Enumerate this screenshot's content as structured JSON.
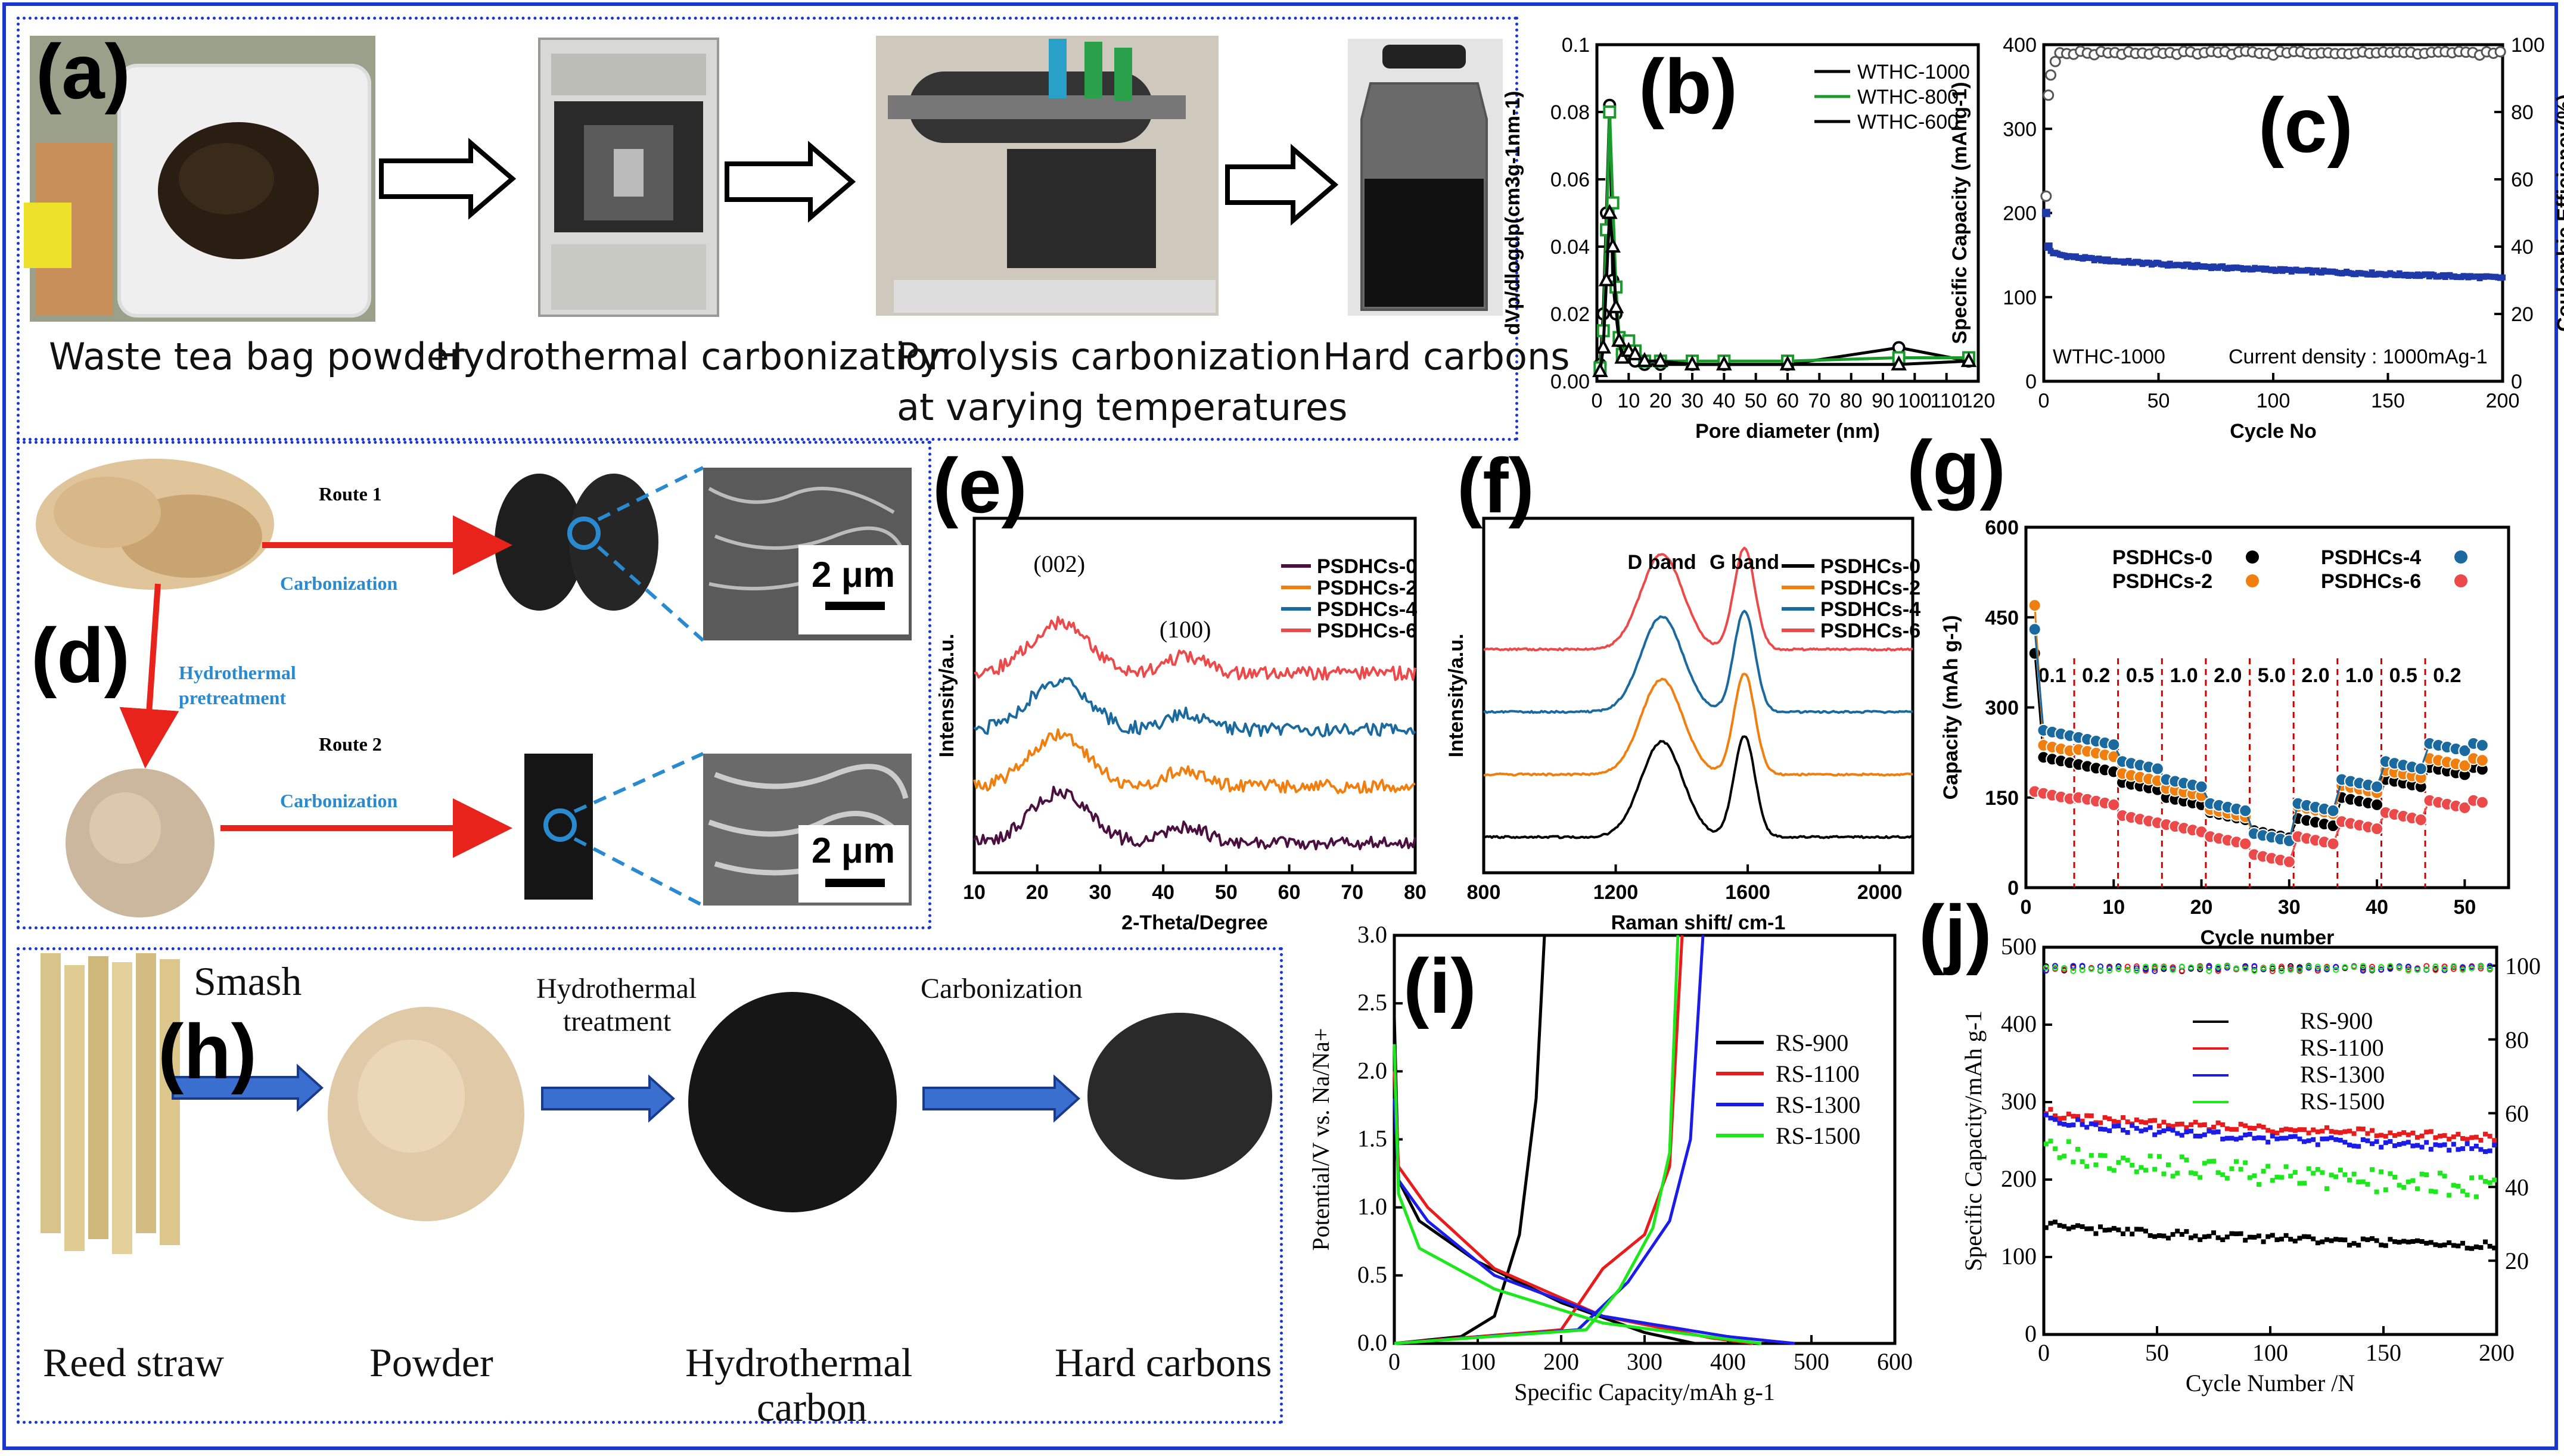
{
  "panels": {
    "a": {
      "label": "(a)",
      "steps": [
        "Waste tea bag powder",
        "Hydrothermal carbonization",
        "Pyrolysis carbonization",
        "at varying temperatures",
        "Hard carbons"
      ]
    },
    "d": {
      "label": "(d)",
      "route1": "Route 1",
      "route2": "Route 2",
      "carbonization": "Carbonization",
      "hydro1": "Hydrothermal",
      "hydro2": "pretreatment",
      "scale": "2 μm"
    },
    "h": {
      "label": "(h)",
      "smash": "Smash",
      "hydro_treat_1": "Hydrothermal",
      "hydro_treat_2": "treatment",
      "carbonization": "Carbonization",
      "captions": [
        "Reed straw",
        "Powder",
        "Hydrothermal",
        "carbon",
        "Hard carbons"
      ]
    }
  },
  "colors": {
    "frame": "#1a36d0",
    "arrow_red": "#e8231c",
    "arrow_blue": "#3a6fcf",
    "dashed_cyan": "#2a8ad0"
  },
  "chart_data": [
    {
      "id": "b",
      "label": "(b)",
      "type": "line",
      "xlabel": "Pore diameter (nm)",
      "ylabel": "dVp/dlogdp(cm3g-1nm-1)",
      "xlim": [
        0,
        120
      ],
      "ylim": [
        0,
        0.1
      ],
      "xticks": [
        0,
        10,
        20,
        30,
        40,
        50,
        60,
        70,
        80,
        90,
        100,
        110,
        120
      ],
      "yticks": [
        0.0,
        0.02,
        0.04,
        0.06,
        0.08,
        0.1
      ],
      "ytick_labels": [
        "0.00",
        "0.02",
        "0.04",
        "0.06",
        "0.08",
        "0.1"
      ],
      "legend": "top-right",
      "series": [
        {
          "name": "WTHC-1000",
          "color": "#000000",
          "marker": "o",
          "x": [
            1,
            2,
            3,
            4,
            5,
            6,
            7,
            8,
            10,
            12,
            15,
            20,
            30,
            40,
            60,
            95,
            117
          ],
          "y": [
            0.005,
            0.02,
            0.05,
            0.082,
            0.03,
            0.02,
            0.012,
            0.008,
            0.01,
            0.006,
            0.005,
            0.005,
            0.005,
            0.005,
            0.005,
            0.01,
            0.006
          ]
        },
        {
          "name": "WTHC-800",
          "color": "#1a9a2a",
          "marker": "s",
          "x": [
            1,
            2,
            3,
            4,
            5,
            6,
            7,
            8,
            10,
            12,
            15,
            20,
            30,
            40,
            60,
            95,
            117
          ],
          "y": [
            0.004,
            0.015,
            0.045,
            0.08,
            0.053,
            0.028,
            0.013,
            0.008,
            0.012,
            0.009,
            0.006,
            0.006,
            0.006,
            0.006,
            0.006,
            0.007,
            0.007
          ]
        },
        {
          "name": "WTHC-600",
          "color": "#000000",
          "marker": "^",
          "x": [
            1,
            2,
            3,
            4,
            5,
            6,
            7,
            8,
            10,
            12,
            15,
            20,
            30,
            40,
            60,
            95,
            117
          ],
          "y": [
            0.003,
            0.01,
            0.03,
            0.05,
            0.04,
            0.022,
            0.012,
            0.007,
            0.009,
            0.008,
            0.006,
            0.006,
            0.005,
            0.005,
            0.005,
            0.005,
            0.006
          ]
        }
      ]
    },
    {
      "id": "c",
      "label": "(c)",
      "type": "scatter",
      "xlabel": "Cycle No",
      "ylabel": "Specific Capacity (mAhg-1)",
      "ylabel_right": "Coulombic Efficiency(%)",
      "xlim": [
        0,
        200
      ],
      "ylim": [
        0,
        400
      ],
      "ylim_right": [
        0,
        100
      ],
      "xticks": [
        0,
        50,
        100,
        150,
        200
      ],
      "yticks": [
        0,
        100,
        200,
        300,
        400
      ],
      "yticks_right": [
        0,
        20,
        40,
        60,
        80,
        100
      ],
      "annotation_left": "WTHC-1000",
      "annotation_right": "Current density : 1000mAg-1",
      "series": [
        {
          "name": "Specific capacity",
          "axis": "left",
          "color": "#1f3aa8",
          "start_points": [
            [
              1,
              200
            ],
            [
              2,
              160
            ]
          ],
          "start": 155,
          "end": 123
        },
        {
          "name": "Coulombic efficiency",
          "axis": "right",
          "color": "#555555",
          "start_points": [
            [
              1,
              55
            ],
            [
              2,
              85
            ],
            [
              3,
              91
            ],
            [
              5,
              95
            ]
          ],
          "plateau": 97.5
        }
      ]
    },
    {
      "id": "e",
      "label": "(e)",
      "type": "line",
      "xlabel": "2-Theta/Degree",
      "ylabel": "Intensity/a.u.",
      "xlim": [
        10,
        80
      ],
      "xticks": [
        10,
        20,
        30,
        40,
        50,
        60,
        70,
        80
      ],
      "peak_labels": [
        "(002)",
        "(100)"
      ],
      "series": [
        {
          "name": "PSDHCs-0",
          "color": "#4a1040",
          "offset": 0
        },
        {
          "name": "PSDHCs-2",
          "color": "#f07f10",
          "offset": 1
        },
        {
          "name": "PSDHCs-4",
          "color": "#1a6aa0",
          "offset": 2
        },
        {
          "name": "PSDHCs-6",
          "color": "#ec4a4a",
          "offset": 3
        }
      ]
    },
    {
      "id": "f",
      "label": "(f)",
      "type": "line",
      "xlabel": "Raman shift/ cm-1",
      "ylabel": "Intensity/a.u.",
      "xlim": [
        800,
        2100
      ],
      "xticks": [
        800,
        1200,
        1600,
        2000
      ],
      "band_labels": [
        "D band",
        "G band"
      ],
      "series": [
        {
          "name": "PSDHCs-0",
          "color": "#000000",
          "offset": 0
        },
        {
          "name": "PSDHCs-2",
          "color": "#f07f10",
          "offset": 1
        },
        {
          "name": "PSDHCs-4",
          "color": "#1a6aa0",
          "offset": 2
        },
        {
          "name": "PSDHCs-6",
          "color": "#ec4a4a",
          "offset": 3
        }
      ]
    },
    {
      "id": "g",
      "label": "(g)",
      "type": "line",
      "xlabel": "Cycle number",
      "ylabel": "Capacity (mAh g-1)",
      "xlim": [
        0,
        55
      ],
      "ylim": [
        0,
        600
      ],
      "xticks": [
        0,
        10,
        20,
        30,
        40,
        50
      ],
      "yticks": [
        0,
        150,
        300,
        450,
        600
      ],
      "rate_labels": [
        "0.1",
        "0.2",
        "0.5",
        "1.0",
        "2.0",
        "5.0",
        "2.0",
        "1.0",
        "0.5",
        "0.2"
      ],
      "series": [
        {
          "name": "PSDHCs-0",
          "color": "#000000",
          "levels": [
            220,
            205,
            175,
            150,
            125,
            95,
            115,
            150,
            180,
            200
          ]
        },
        {
          "name": "PSDHCs-2",
          "color": "#f07f10",
          "levels": [
            240,
            230,
            190,
            165,
            130,
            90,
            135,
            170,
            195,
            215
          ]
        },
        {
          "name": "PSDHCs-4",
          "color": "#1a6aa0",
          "levels": [
            265,
            250,
            210,
            180,
            140,
            90,
            140,
            180,
            210,
            240
          ]
        },
        {
          "name": "PSDHCs-6",
          "color": "#ec4a4a",
          "levels": [
            160,
            150,
            120,
            105,
            85,
            55,
            85,
            110,
            125,
            145
          ]
        }
      ]
    },
    {
      "id": "i",
      "label": "(i)",
      "type": "line",
      "xlabel": "Specific Capacity/mAh g-1",
      "ylabel": "Potential/V vs. Na/Na+",
      "xlim": [
        0,
        600
      ],
      "ylim": [
        0,
        3.0
      ],
      "xticks": [
        0,
        100,
        200,
        300,
        400,
        500,
        600
      ],
      "yticks": [
        0.0,
        0.5,
        1.0,
        1.5,
        2.0,
        2.5,
        3.0
      ],
      "ytick_labels": [
        "0.0",
        "0.5",
        "1.0",
        "1.5",
        "2.0",
        "2.5",
        "3.0"
      ],
      "series": [
        {
          "name": "RS-900",
          "color": "#000000",
          "discharge": [
            [
              0,
              2.4
            ],
            [
              5,
              1.2
            ],
            [
              30,
              0.9
            ],
            [
              100,
              0.6
            ],
            [
              200,
              0.3
            ],
            [
              300,
              0.08
            ],
            [
              360,
              0.0
            ]
          ],
          "charge": [
            [
              0,
              0.0
            ],
            [
              80,
              0.05
            ],
            [
              120,
              0.2
            ],
            [
              150,
              0.8
            ],
            [
              170,
              1.8
            ],
            [
              180,
              3.0
            ]
          ]
        },
        {
          "name": "RS-1100",
          "color": "#e81c1c",
          "discharge": [
            [
              0,
              2.0
            ],
            [
              5,
              1.3
            ],
            [
              40,
              1.0
            ],
            [
              120,
              0.55
            ],
            [
              250,
              0.2
            ],
            [
              380,
              0.04
            ],
            [
              430,
              0.0
            ]
          ],
          "charge": [
            [
              0,
              0.0
            ],
            [
              200,
              0.1
            ],
            [
              250,
              0.55
            ],
            [
              300,
              0.8
            ],
            [
              330,
              1.3
            ],
            [
              345,
              3.0
            ]
          ]
        },
        {
          "name": "RS-1300",
          "color": "#1c1ce8",
          "discharge": [
            [
              0,
              1.8
            ],
            [
              5,
              1.2
            ],
            [
              40,
              0.9
            ],
            [
              120,
              0.5
            ],
            [
              250,
              0.2
            ],
            [
              400,
              0.05
            ],
            [
              480,
              0.0
            ]
          ],
          "charge": [
            [
              0,
              0.0
            ],
            [
              220,
              0.1
            ],
            [
              280,
              0.45
            ],
            [
              330,
              0.9
            ],
            [
              355,
              1.5
            ],
            [
              370,
              3.0
            ]
          ]
        },
        {
          "name": "RS-1500",
          "color": "#1ce81c",
          "discharge": [
            [
              0,
              2.2
            ],
            [
              5,
              1.1
            ],
            [
              30,
              0.7
            ],
            [
              120,
              0.4
            ],
            [
              250,
              0.15
            ],
            [
              400,
              0.03
            ],
            [
              440,
              0.0
            ]
          ],
          "charge": [
            [
              0,
              0.0
            ],
            [
              230,
              0.1
            ],
            [
              270,
              0.4
            ],
            [
              310,
              0.85
            ],
            [
              330,
              1.4
            ],
            [
              340,
              3.0
            ]
          ]
        }
      ]
    },
    {
      "id": "j",
      "label": "(j)",
      "type": "scatter",
      "xlabel": "Cycle Number /N",
      "ylabel": "Specific Capacity/mAh g-1",
      "xlim": [
        0,
        200
      ],
      "ylim": [
        0,
        500
      ],
      "ylim_right": [
        0,
        105
      ],
      "xticks": [
        0,
        50,
        100,
        150,
        200
      ],
      "yticks": [
        0,
        100,
        200,
        300,
        400,
        500
      ],
      "yticks_right": [
        20,
        40,
        60,
        80,
        100
      ],
      "series": [
        {
          "name": "RS-900",
          "color": "#000000",
          "start": 145,
          "end": 115
        },
        {
          "name": "RS-1100",
          "color": "#e81c1c",
          "start": 290,
          "end": 255
        },
        {
          "name": "RS-1300",
          "color": "#1c1ce8",
          "start": 285,
          "end": 240
        },
        {
          "name": "RS-1500",
          "color": "#1ce81c",
          "start": 250,
          "end": 190
        }
      ],
      "ce_plateau": 100
    }
  ]
}
